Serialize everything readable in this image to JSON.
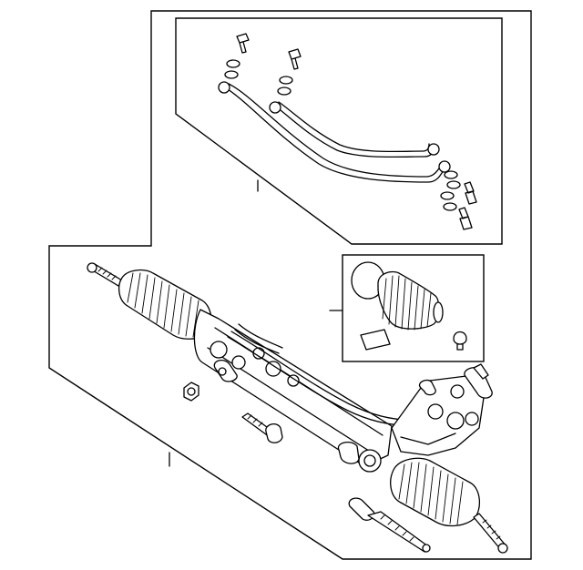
{
  "diagram": {
    "background": "#ffffff",
    "line_color": "#000000",
    "parts": [
      "outer-frame",
      "feed-lines-inset",
      "boot-kit-inset",
      "steering-rack",
      "inner-tie-rod",
      "nut",
      "mount-bolt"
    ]
  }
}
